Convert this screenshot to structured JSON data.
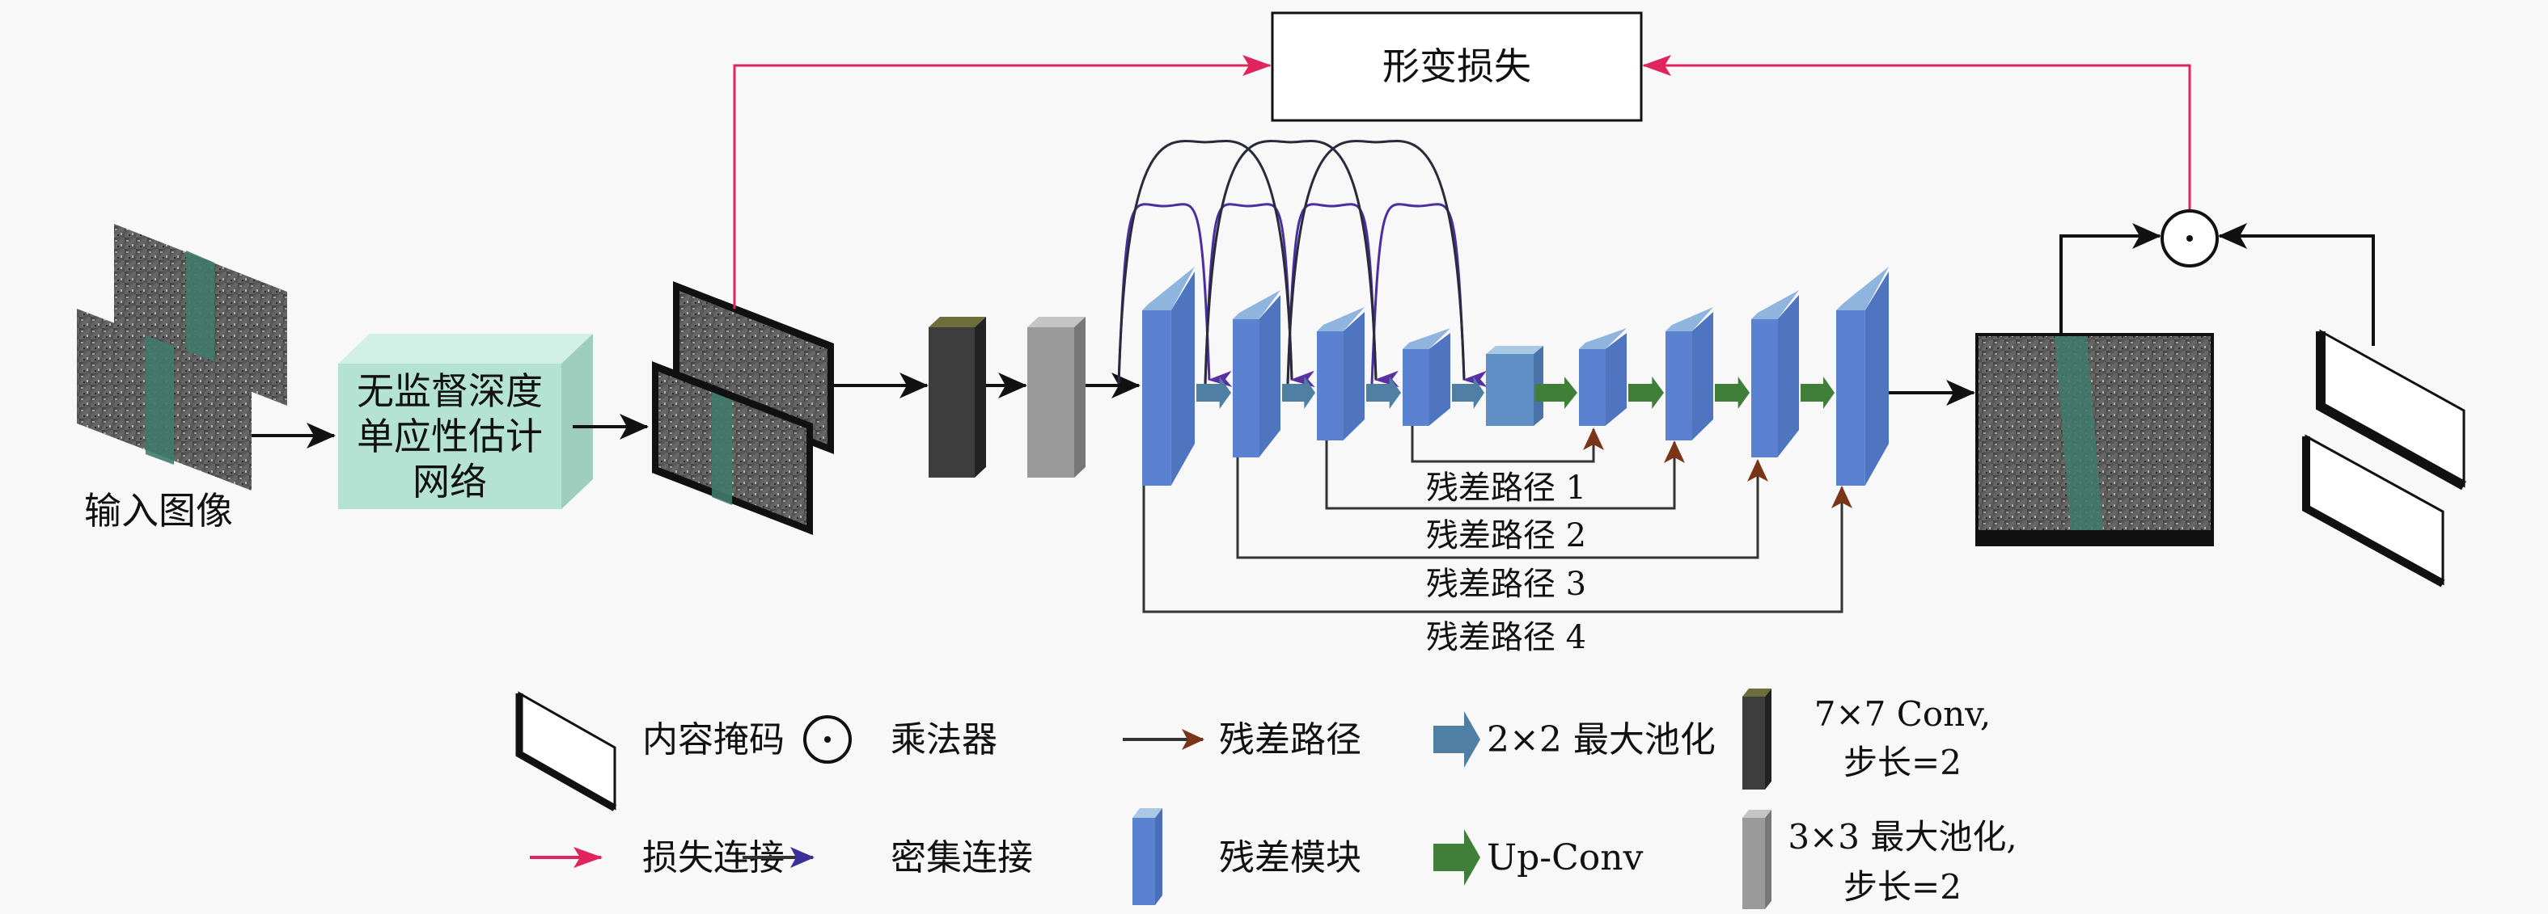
{
  "diagram": {
    "loss_box": "形变损失",
    "input_label": "输入图像",
    "network_lines": [
      "无监督深度",
      "单应性估计",
      "网络"
    ],
    "residual_paths": [
      "残差路径 1",
      "残差路径 2",
      "残差路径 3",
      "残差路径 4"
    ],
    "multiplier_symbol": "⊙"
  },
  "legend": {
    "content_mask": "内容掩码",
    "multiplier": "乘法器",
    "residual_path": "残差路径",
    "max_pool_2x2": "2×2 最大池化",
    "conv7_line1": "7×7 Conv,",
    "conv7_line2": "步长=2",
    "loss_connection": "损失连接",
    "dense_connection": "密集连接",
    "residual_module": "残差模块",
    "up_conv": "Up-Conv",
    "pool3_line1": "3×3 最大池化,",
    "pool3_line2": "步长=2"
  },
  "colors": {
    "loss_link": "#e0245e",
    "dense_link": "#4a2fa0",
    "residual_arrow": "#7a3418",
    "block_blue": "#4f74c0",
    "pool_arrow": "#4f7fa3",
    "upconv_arrow": "#3f7f3a",
    "conv_block": "#3d3d3d",
    "pool_block": "#9a9a9a",
    "cube": "#b5e3d3"
  }
}
